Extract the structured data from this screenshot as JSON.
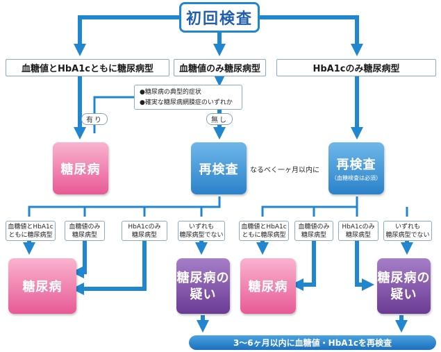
{
  "initial_test": "初回検査",
  "categories": {
    "both": "血糖値とHbA1cともに糖尿病型",
    "glucose_only": "血糖値のみ糖尿病型",
    "hba1c_only": "HbA1cのみ糖尿病型"
  },
  "conditions": {
    "item1": "●糖尿病の典型的症状",
    "item2": "●確実な糖尿病網膜症のいずれか",
    "yes": "有り",
    "no": "無し"
  },
  "results": {
    "diabetes_left": "糖尿病",
    "retest_middle": "再検査",
    "retest_right": "再検査",
    "retest_right_note": "（血糖検査は必須）",
    "within_month": "なるべく一ヶ月以内に"
  },
  "second_round_left": {
    "both": [
      "血糖値とHbA1c",
      "ともに糖尿病型"
    ],
    "glucose_only": [
      "血糖値のみ",
      "糖尿病型"
    ],
    "hba1c_only": [
      "HbA1cのみ",
      "糖尿病型"
    ],
    "neither": [
      "いずれも",
      "糖尿病型でない"
    ]
  },
  "second_round_right": {
    "both": [
      "血糖値とHbA1c",
      "ともに糖尿病型"
    ],
    "glucose_only": [
      "血糖値のみ",
      "糖尿病型"
    ],
    "hba1c_only": [
      "HbA1cのみ",
      "糖尿病型"
    ],
    "neither": [
      "いずれも",
      "糖尿病型でない"
    ]
  },
  "outcomes": {
    "diabetes_1": "糖尿病",
    "suspected_1": [
      "糖尿病の",
      "疑い"
    ],
    "diabetes_2": "糖尿病",
    "suspected_2": [
      "糖尿病の",
      "疑い"
    ]
  },
  "bottom": "3〜6ヶ月以内に血糖値・HbA1cを再検査",
  "colors": {
    "arrow_blue": "#1f86cf",
    "pink": "#e85a95",
    "blue": "#2b82c9",
    "purple": "#6a3b94"
  }
}
